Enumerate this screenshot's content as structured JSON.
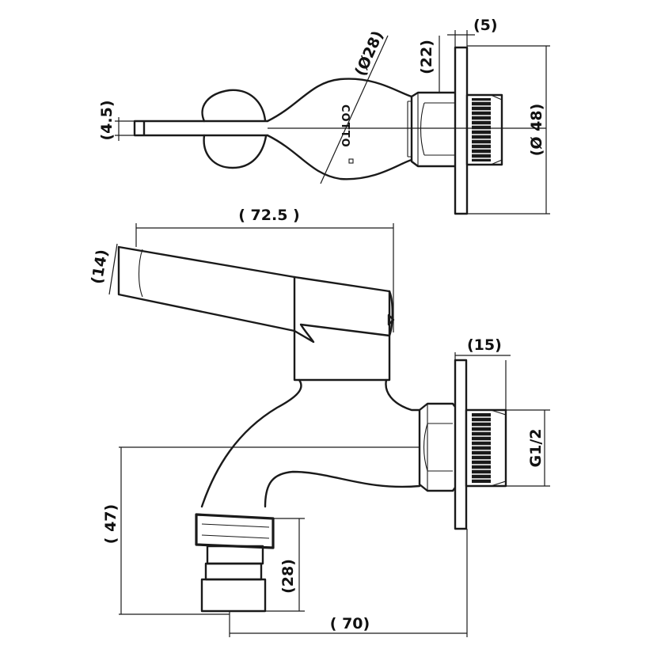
{
  "brand": "COTTO",
  "dimensions": {
    "d_4_5": "(4.5)",
    "d_28_dia": "(Ø28)",
    "d_22": "(22)",
    "d_5": "(5)",
    "d_48_dia": "(Ø 48)",
    "d_72_5": "( 72.5 )",
    "d_14": "(14)",
    "d_15": "(15)",
    "d_g12": "G1/2",
    "d_47": "( 47)",
    "d_28": "(28)",
    "d_70": "( 70)"
  },
  "colors": {
    "line": "#1a1a1a",
    "background": "#ffffff"
  }
}
